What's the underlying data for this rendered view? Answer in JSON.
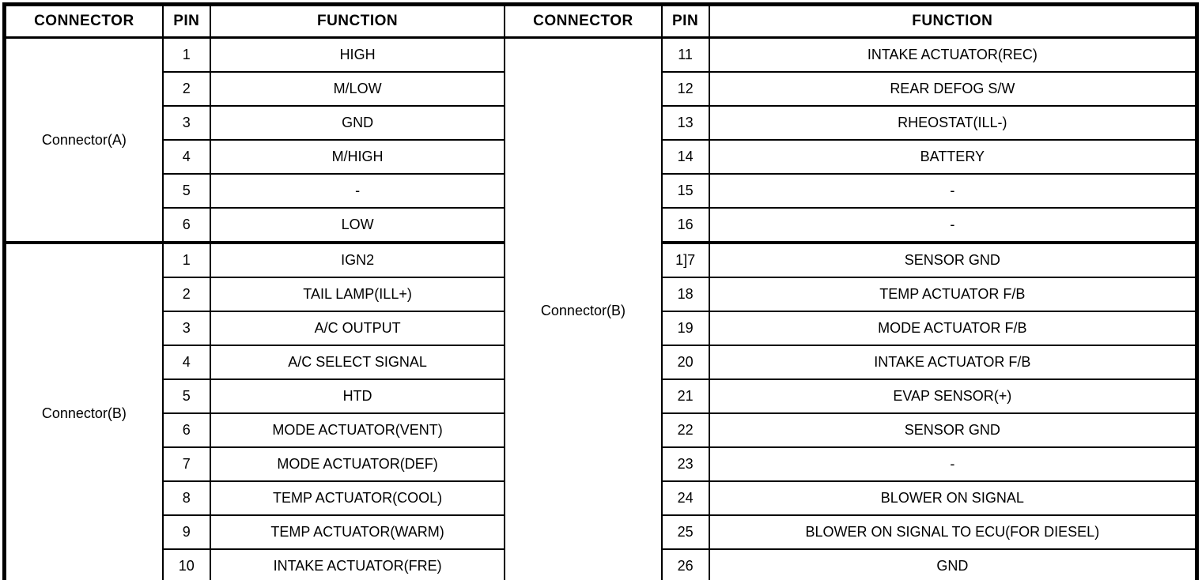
{
  "colors": {
    "border": "#000000",
    "background": "#ffffff",
    "text": "#000000"
  },
  "header": {
    "columns": [
      "CONNECTOR",
      "PIN",
      "FUNCTION",
      "CONNECTOR",
      "PIN",
      "FUNCTION"
    ]
  },
  "left": {
    "groups": [
      {
        "connector": "Connector(A)",
        "rows": [
          {
            "pin": "1",
            "function": "HIGH"
          },
          {
            "pin": "2",
            "function": "M/LOW"
          },
          {
            "pin": "3",
            "function": "GND"
          },
          {
            "pin": "4",
            "function": "M/HIGH"
          },
          {
            "pin": "5",
            "function": "-"
          },
          {
            "pin": "6",
            "function": "LOW"
          }
        ]
      },
      {
        "connector": "Connector(B)",
        "rows": [
          {
            "pin": "1",
            "function": "IGN2"
          },
          {
            "pin": "2",
            "function": "TAIL LAMP(ILL+)"
          },
          {
            "pin": "3",
            "function": "A/C OUTPUT"
          },
          {
            "pin": "4",
            "function": "A/C SELECT SIGNAL"
          },
          {
            "pin": "5",
            "function": "HTD"
          },
          {
            "pin": "6",
            "function": "MODE ACTUATOR(VENT)"
          },
          {
            "pin": "7",
            "function": "MODE ACTUATOR(DEF)"
          },
          {
            "pin": "8",
            "function": "TEMP ACTUATOR(COOL)"
          },
          {
            "pin": "9",
            "function": "TEMP ACTUATOR(WARM)"
          },
          {
            "pin": "10",
            "function": "INTAKE ACTUATOR(FRE)"
          }
        ]
      }
    ]
  },
  "right": {
    "groups": [
      {
        "connector": "Connector(B)",
        "rows": [
          {
            "pin": "11",
            "function": "INTAKE ACTUATOR(REC)"
          },
          {
            "pin": "12",
            "function": "REAR DEFOG S/W"
          },
          {
            "pin": "13",
            "function": "RHEOSTAT(ILL-)"
          },
          {
            "pin": "14",
            "function": "BATTERY"
          },
          {
            "pin": "15",
            "function": "-"
          },
          {
            "pin": "16",
            "function": "-"
          },
          {
            "pin": "1]7",
            "function": "SENSOR GND"
          },
          {
            "pin": "18",
            "function": "TEMP ACTUATOR F/B"
          },
          {
            "pin": "19",
            "function": "MODE ACTUATOR F/B"
          },
          {
            "pin": "20",
            "function": "INTAKE ACTUATOR F/B"
          },
          {
            "pin": "21",
            "function": "EVAP SENSOR(+)"
          },
          {
            "pin": "22",
            "function": "SENSOR GND"
          },
          {
            "pin": "23",
            "function": "-"
          },
          {
            "pin": "24",
            "function": "BLOWER ON SIGNAL"
          },
          {
            "pin": "25",
            "function": "BLOWER ON SIGNAL TO ECU(FOR DIESEL)"
          },
          {
            "pin": "26",
            "function": "GND"
          }
        ]
      }
    ]
  }
}
